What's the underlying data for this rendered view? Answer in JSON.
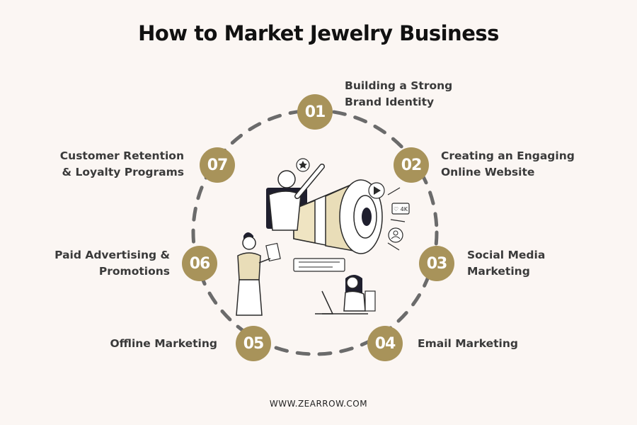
{
  "title": "How to Market Jewelry Business",
  "steps": [
    {
      "number": "01",
      "label": "Building a Strong\nBrand Identity"
    },
    {
      "number": "02",
      "label": "Creating an Engaging\nOnline Website"
    },
    {
      "number": "03",
      "label": "Social Media\nMarketing"
    },
    {
      "number": "04",
      "label": "Email Marketing"
    },
    {
      "number": "05",
      "label": "Offline Marketing"
    },
    {
      "number": "06",
      "label": "Paid Advertising &\nPromotions"
    },
    {
      "number": "07",
      "label": "Customer Retention\n& Loyalty Programs"
    }
  ],
  "illustration": {
    "like_badge": "♡ 4K"
  },
  "footer": "WWW.ZEARROW.COM",
  "colors": {
    "badge": "#a8935a",
    "ring": "#6b6b6b",
    "background": "#fbf6f3"
  }
}
